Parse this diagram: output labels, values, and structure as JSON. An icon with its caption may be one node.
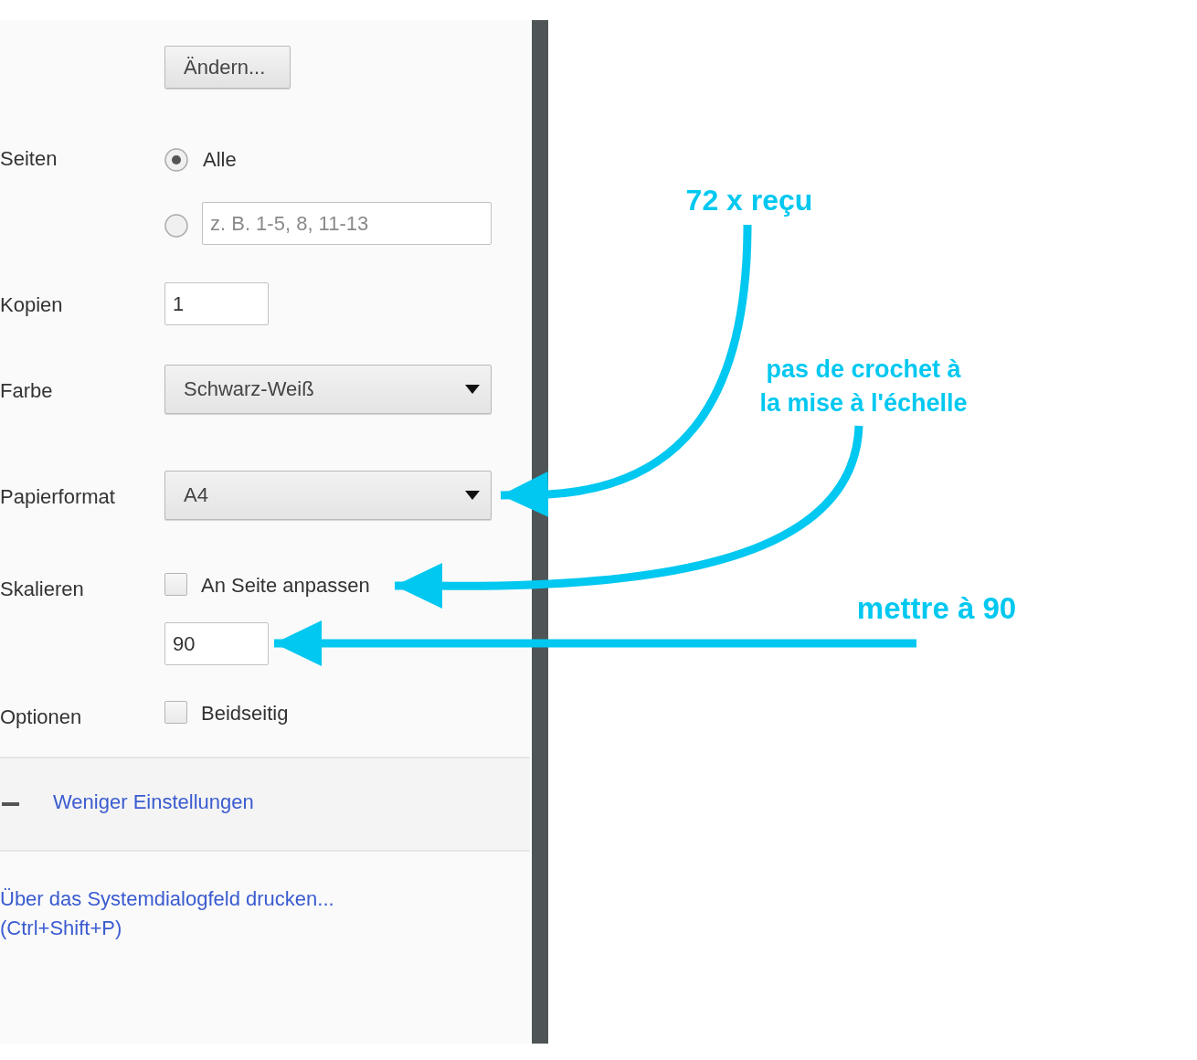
{
  "diagram": {
    "nodes": [
      {
        "text": [
          "Ändern..."
        ]
      },
      {
        "text": [
          "z. B. 1-5, 8, 11-13"
        ]
      },
      {
        "text": [
          "1"
        ]
      },
      {
        "text": [
          "Schwarz-Weiß"
        ]
      },
      {
        "text": [
          "72 x reçu"
        ]
      },
      {
        "text": [
          "pas de crochet à la mise à l'échelle"
        ]
      },
      {
        "text": [
          "A4"
        ]
      },
      {
        "text": [
          "An Seite anpassen"
        ]
      },
      {
        "text": [
          "mettre à 90"
        ]
      },
      {
        "text": [
          "90"
        ]
      }
    ],
    "edges": [
      {
        "from": 4,
        "to": 6,
        "arrow": "to"
      },
      {
        "from": 5,
        "to": 7,
        "arrow": "to"
      },
      {
        "from": 8,
        "to": 9,
        "arrow": "to"
      }
    ],
    "labels": [
      "Seiten",
      "Alle",
      "Kopien",
      "Farbe",
      "Papierformat",
      "Skalieren",
      "Optionen",
      "Beidseitig",
      "Weniger Einstellungen",
      "Über das Systemdialogfeld drucken... (Ctrl+Shift+P)"
    ]
  }
}
